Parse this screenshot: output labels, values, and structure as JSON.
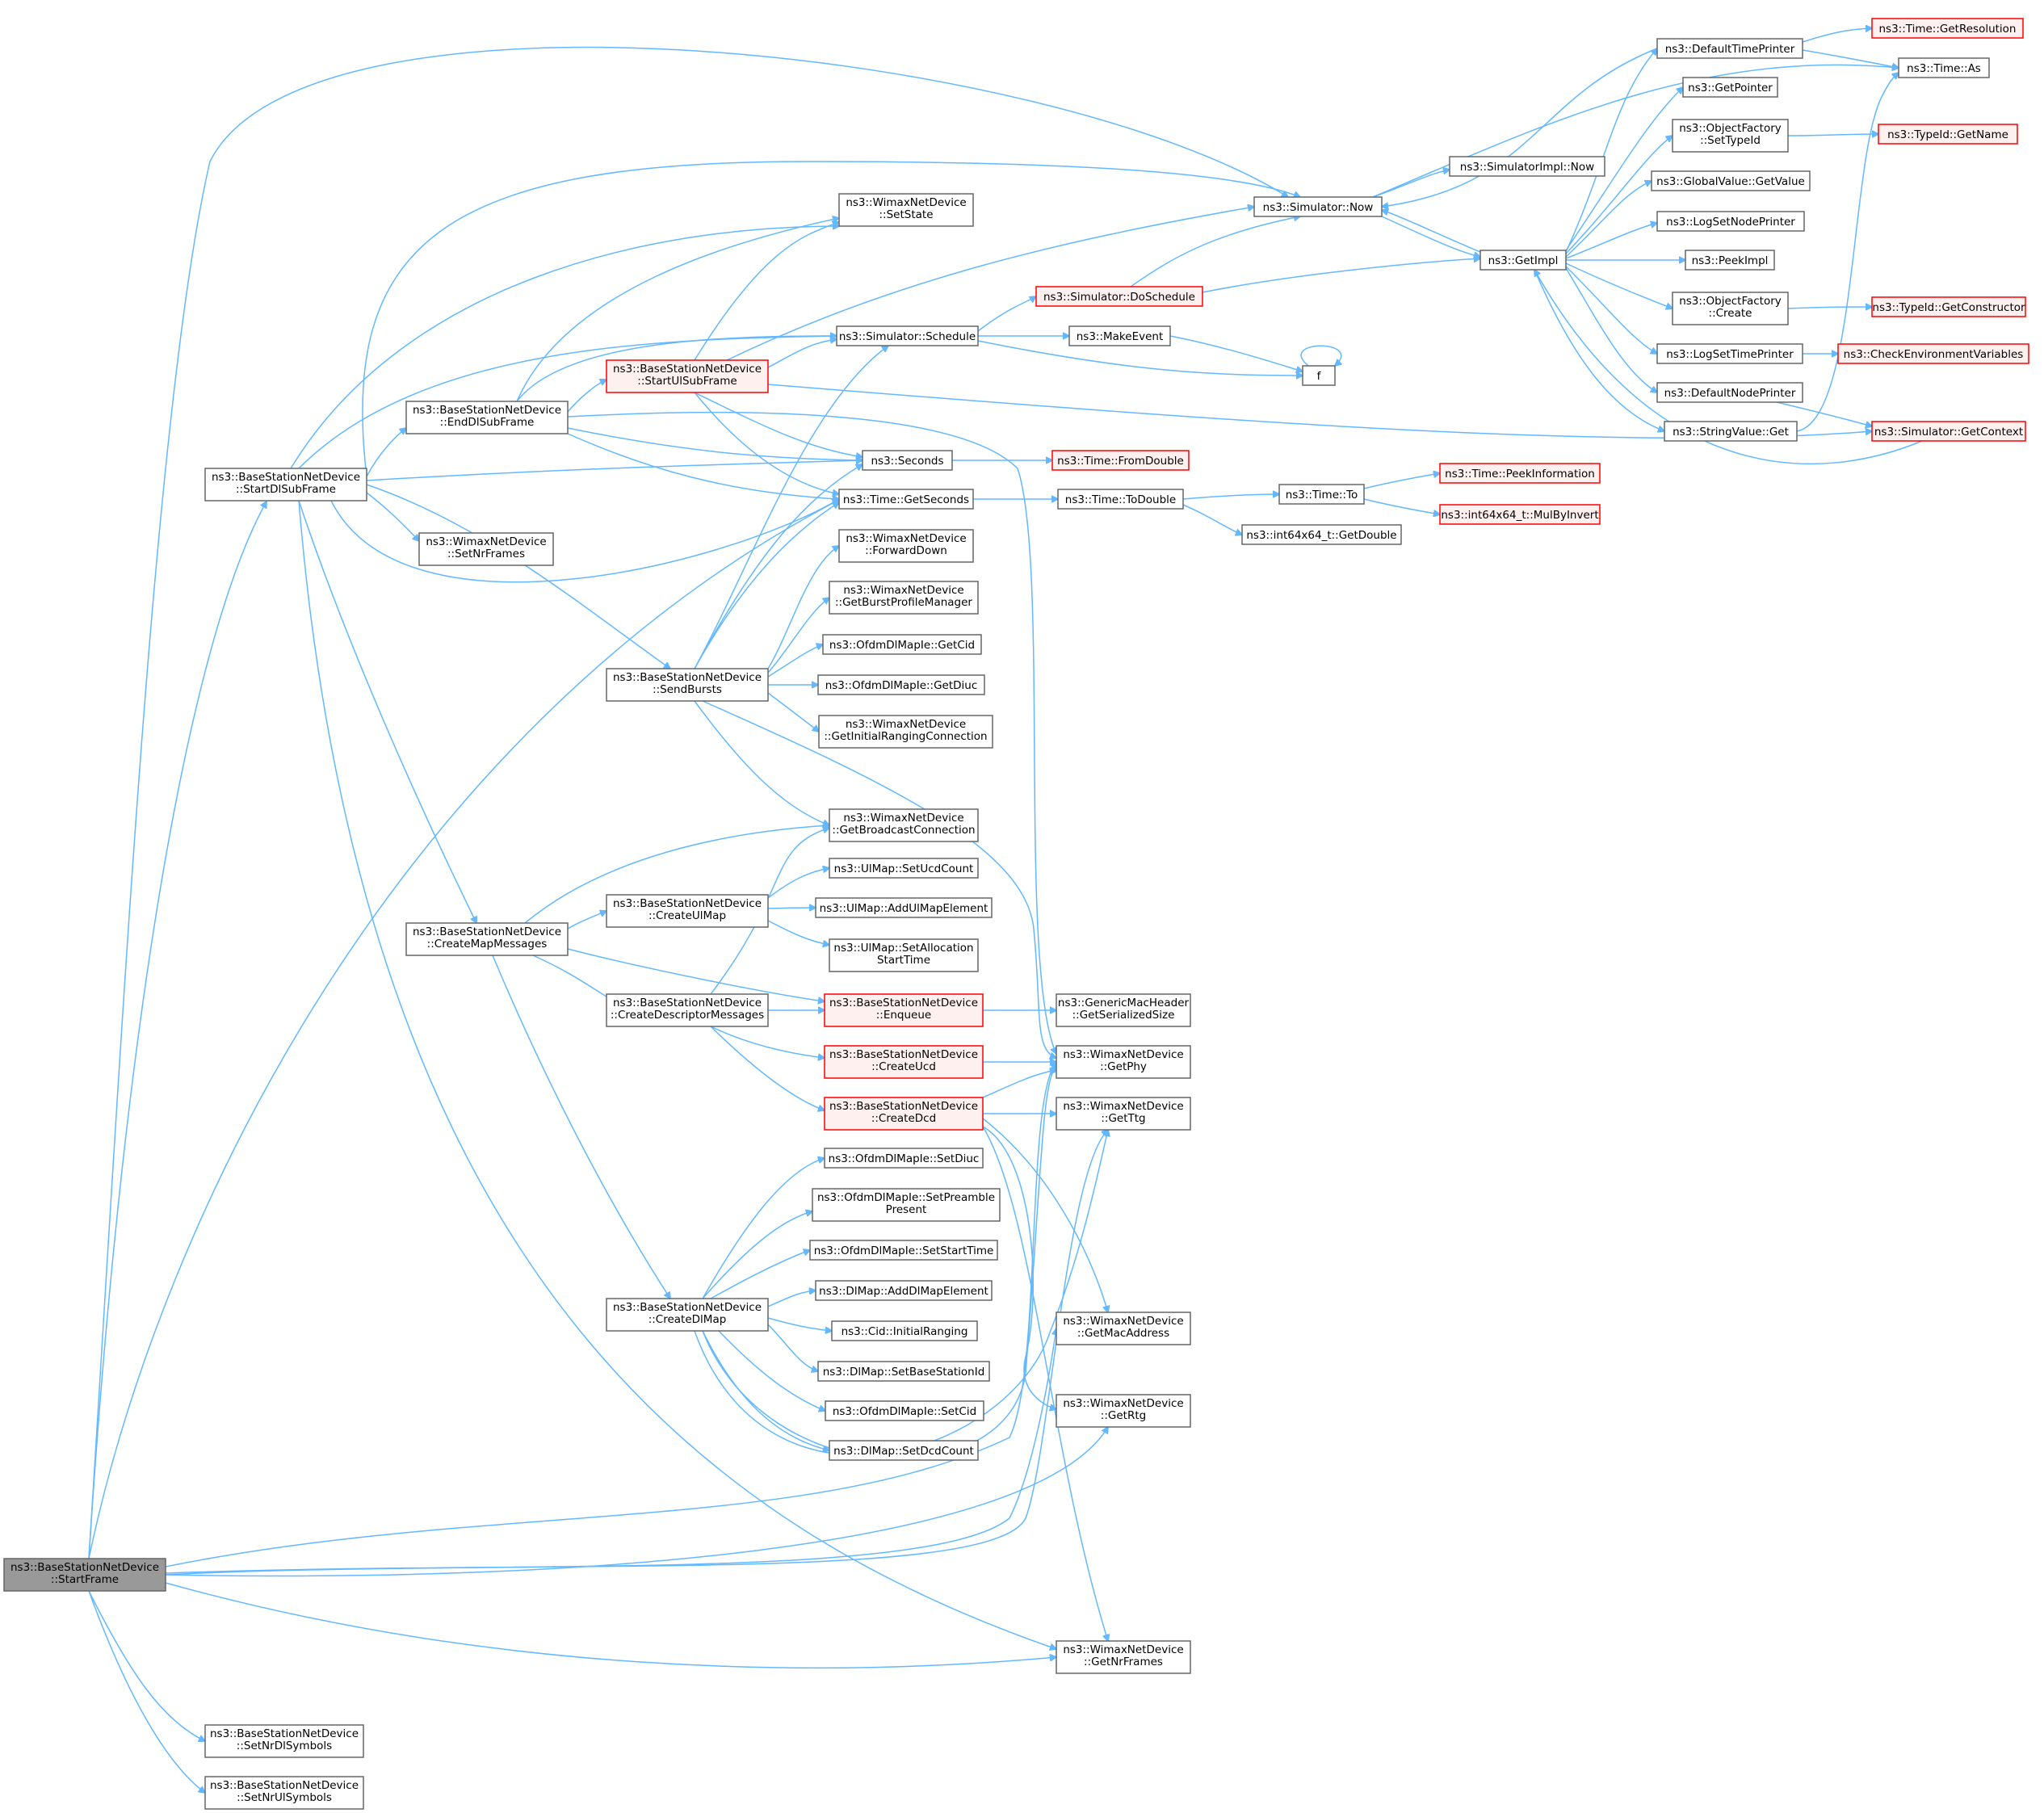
{
  "colors": {
    "edge": "#63b8ff",
    "node_border": "#666666",
    "node_fill": "#ffffff",
    "root_fill": "#999999",
    "root_border": "#666666",
    "undoc_border": "#ff0000",
    "undoc_fill": "#fff0f0"
  },
  "nodes": [
    {
      "id": "StartFrame",
      "lines": [
        "ns3::BaseStationNetDevice",
        "::StartFrame"
      ],
      "style": "root"
    },
    {
      "id": "StartDlSubFrame",
      "lines": [
        "ns3::BaseStationNetDevice",
        "::StartDlSubFrame"
      ],
      "style": "normal"
    },
    {
      "id": "SetNrDlSymbols",
      "lines": [
        "ns3::BaseStationNetDevice",
        "::SetNrDlSymbols"
      ],
      "style": "normal"
    },
    {
      "id": "SetNrUlSymbols",
      "lines": [
        "ns3::BaseStationNetDevice",
        "::SetNrUlSymbols"
      ],
      "style": "normal"
    },
    {
      "id": "EndDlSubFrame",
      "lines": [
        "ns3::BaseStationNetDevice",
        "::EndDlSubFrame"
      ],
      "style": "normal"
    },
    {
      "id": "SetNrFrames",
      "lines": [
        "ns3::WimaxNetDevice",
        "::SetNrFrames"
      ],
      "style": "normal"
    },
    {
      "id": "SendBursts",
      "lines": [
        "ns3::BaseStationNetDevice",
        "::SendBursts"
      ],
      "style": "normal"
    },
    {
      "id": "CreateMapMessages",
      "lines": [
        "ns3::BaseStationNetDevice",
        "::CreateMapMessages"
      ],
      "style": "normal"
    },
    {
      "id": "StartUlSubFrame",
      "lines": [
        "ns3::BaseStationNetDevice",
        "::StartUlSubFrame"
      ],
      "style": "undoc"
    },
    {
      "id": "CreateUlMap",
      "lines": [
        "ns3::BaseStationNetDevice",
        "::CreateUlMap"
      ],
      "style": "normal"
    },
    {
      "id": "CreateDescriptorMessages",
      "lines": [
        "ns3::BaseStationNetDevice",
        "::CreateDescriptorMessages"
      ],
      "style": "normal"
    },
    {
      "id": "CreateDlMap",
      "lines": [
        "ns3::BaseStationNetDevice",
        "::CreateDlMap"
      ],
      "style": "normal"
    },
    {
      "id": "SetState",
      "lines": [
        "ns3::WimaxNetDevice",
        "::SetState"
      ],
      "style": "normal"
    },
    {
      "id": "Schedule",
      "lines": [
        "ns3::Simulator::Schedule"
      ],
      "style": "normal"
    },
    {
      "id": "Seconds",
      "lines": [
        "ns3::Seconds"
      ],
      "style": "normal"
    },
    {
      "id": "GetSeconds",
      "lines": [
        "ns3::Time::GetSeconds"
      ],
      "style": "normal"
    },
    {
      "id": "ForwardDown",
      "lines": [
        "ns3::WimaxNetDevice",
        "::ForwardDown"
      ],
      "style": "normal"
    },
    {
      "id": "GetBurstProfileManager",
      "lines": [
        "ns3::WimaxNetDevice",
        "::GetBurstProfileManager"
      ],
      "style": "normal"
    },
    {
      "id": "GetCid",
      "lines": [
        "ns3::OfdmDlMapIe::GetCid"
      ],
      "style": "normal"
    },
    {
      "id": "GetDiuc",
      "lines": [
        "ns3::OfdmDlMapIe::GetDiuc"
      ],
      "style": "normal"
    },
    {
      "id": "GetInitialRangingConnection",
      "lines": [
        "ns3::WimaxNetDevice",
        "::GetInitialRangingConnection"
      ],
      "style": "normal"
    },
    {
      "id": "GetBroadcastConnection",
      "lines": [
        "ns3::WimaxNetDevice",
        "::GetBroadcastConnection"
      ],
      "style": "normal"
    },
    {
      "id": "SetUcdCount",
      "lines": [
        "ns3::UlMap::SetUcdCount"
      ],
      "style": "normal"
    },
    {
      "id": "AddUlMapElement",
      "lines": [
        "ns3::UlMap::AddUlMapElement"
      ],
      "style": "normal"
    },
    {
      "id": "SetAllocationStartTime",
      "lines": [
        "ns3::UlMap::SetAllocation",
        "StartTime"
      ],
      "style": "normal"
    },
    {
      "id": "Enqueue",
      "lines": [
        "ns3::BaseStationNetDevice",
        "::Enqueue"
      ],
      "style": "undoc"
    },
    {
      "id": "CreateUcd",
      "lines": [
        "ns3::BaseStationNetDevice",
        "::CreateUcd"
      ],
      "style": "undoc"
    },
    {
      "id": "CreateDcd",
      "lines": [
        "ns3::BaseStationNetDevice",
        "::CreateDcd"
      ],
      "style": "undoc"
    },
    {
      "id": "SetDiuc",
      "lines": [
        "ns3::OfdmDlMapIe::SetDiuc"
      ],
      "style": "normal"
    },
    {
      "id": "SetPreamblePresent",
      "lines": [
        "ns3::OfdmDlMapIe::SetPreamble",
        "Present"
      ],
      "style": "normal"
    },
    {
      "id": "SetStartTime",
      "lines": [
        "ns3::OfdmDlMapIe::SetStartTime"
      ],
      "style": "normal"
    },
    {
      "id": "AddDlMapElement",
      "lines": [
        "ns3::DlMap::AddDlMapElement"
      ],
      "style": "normal"
    },
    {
      "id": "InitialRanging",
      "lines": [
        "ns3::Cid::InitialRanging"
      ],
      "style": "normal"
    },
    {
      "id": "SetBaseStationId",
      "lines": [
        "ns3::DlMap::SetBaseStationId"
      ],
      "style": "normal"
    },
    {
      "id": "SetCid",
      "lines": [
        "ns3::OfdmDlMapIe::SetCid"
      ],
      "style": "normal"
    },
    {
      "id": "SetDcdCount",
      "lines": [
        "ns3::DlMap::SetDcdCount"
      ],
      "style": "normal"
    },
    {
      "id": "DoSchedule",
      "lines": [
        "ns3::Simulator::DoSchedule"
      ],
      "style": "undoc"
    },
    {
      "id": "MakeEvent",
      "lines": [
        "ns3::MakeEvent"
      ],
      "style": "normal"
    },
    {
      "id": "f",
      "lines": [
        "f"
      ],
      "style": "normal"
    },
    {
      "id": "FromDouble",
      "lines": [
        "ns3::Time::FromDouble"
      ],
      "style": "undoc"
    },
    {
      "id": "ToDouble",
      "lines": [
        "ns3::Time::ToDouble"
      ],
      "style": "normal"
    },
    {
      "id": "TimeTo",
      "lines": [
        "ns3::Time::To"
      ],
      "style": "normal"
    },
    {
      "id": "GetDouble",
      "lines": [
        "ns3::int64x64_t::GetDouble"
      ],
      "style": "normal"
    },
    {
      "id": "PeekInformation",
      "lines": [
        "ns3::Time::PeekInformation"
      ],
      "style": "undoc"
    },
    {
      "id": "MulByInvert",
      "lines": [
        "ns3::int64x64_t::MulByInvert"
      ],
      "style": "undoc"
    },
    {
      "id": "GetSerializedSize",
      "lines": [
        "ns3::GenericMacHeader",
        "::GetSerializedSize"
      ],
      "style": "normal"
    },
    {
      "id": "GetPhy",
      "lines": [
        "ns3::WimaxNetDevice",
        "::GetPhy"
      ],
      "style": "normal"
    },
    {
      "id": "GetTtg",
      "lines": [
        "ns3::WimaxNetDevice",
        "::GetTtg"
      ],
      "style": "normal"
    },
    {
      "id": "GetMacAddress",
      "lines": [
        "ns3::WimaxNetDevice",
        "::GetMacAddress"
      ],
      "style": "normal"
    },
    {
      "id": "GetRtg",
      "lines": [
        "ns3::WimaxNetDevice",
        "::GetRtg"
      ],
      "style": "normal"
    },
    {
      "id": "GetNrFrames",
      "lines": [
        "ns3::WimaxNetDevice",
        "::GetNrFrames"
      ],
      "style": "normal"
    },
    {
      "id": "Now",
      "lines": [
        "ns3::Simulator::Now"
      ],
      "style": "normal"
    },
    {
      "id": "SimImplNow",
      "lines": [
        "ns3::SimulatorImpl::Now"
      ],
      "style": "normal"
    },
    {
      "id": "GetImpl",
      "lines": [
        "ns3::GetImpl"
      ],
      "style": "normal"
    },
    {
      "id": "DefaultTimePrinter",
      "lines": [
        "ns3::DefaultTimePrinter"
      ],
      "style": "normal"
    },
    {
      "id": "GetPointer",
      "lines": [
        "ns3::GetPointer"
      ],
      "style": "normal"
    },
    {
      "id": "SetTypeId",
      "lines": [
        "ns3::ObjectFactory",
        "::SetTypeId"
      ],
      "style": "normal"
    },
    {
      "id": "GlobalValueGetValue",
      "lines": [
        "ns3::GlobalValue::GetValue"
      ],
      "style": "normal"
    },
    {
      "id": "LogSetNodePrinter",
      "lines": [
        "ns3::LogSetNodePrinter"
      ],
      "style": "normal"
    },
    {
      "id": "PeekImpl",
      "lines": [
        "ns3::PeekImpl"
      ],
      "style": "normal"
    },
    {
      "id": "ObjectFactoryCreate",
      "lines": [
        "ns3::ObjectFactory",
        "::Create"
      ],
      "style": "normal"
    },
    {
      "id": "LogSetTimePrinter",
      "lines": [
        "ns3::LogSetTimePrinter"
      ],
      "style": "normal"
    },
    {
      "id": "DefaultNodePrinter",
      "lines": [
        "ns3::DefaultNodePrinter"
      ],
      "style": "normal"
    },
    {
      "id": "StringValueGet",
      "lines": [
        "ns3::StringValue::Get"
      ],
      "style": "normal"
    },
    {
      "id": "GetResolution",
      "lines": [
        "ns3::Time::GetResolution"
      ],
      "style": "undoc"
    },
    {
      "id": "TimeAs",
      "lines": [
        "ns3::Time::As"
      ],
      "style": "normal"
    },
    {
      "id": "GetName",
      "lines": [
        "ns3::TypeId::GetName"
      ],
      "style": "undoc"
    },
    {
      "id": "GetConstructor",
      "lines": [
        "ns3::TypeId::GetConstructor"
      ],
      "style": "undoc"
    },
    {
      "id": "CheckEnvironmentVariables",
      "lines": [
        "ns3::CheckEnvironmentVariables"
      ],
      "style": "undoc"
    },
    {
      "id": "GetContext",
      "lines": [
        "ns3::Simulator::GetContext"
      ],
      "style": "undoc"
    }
  ]
}
